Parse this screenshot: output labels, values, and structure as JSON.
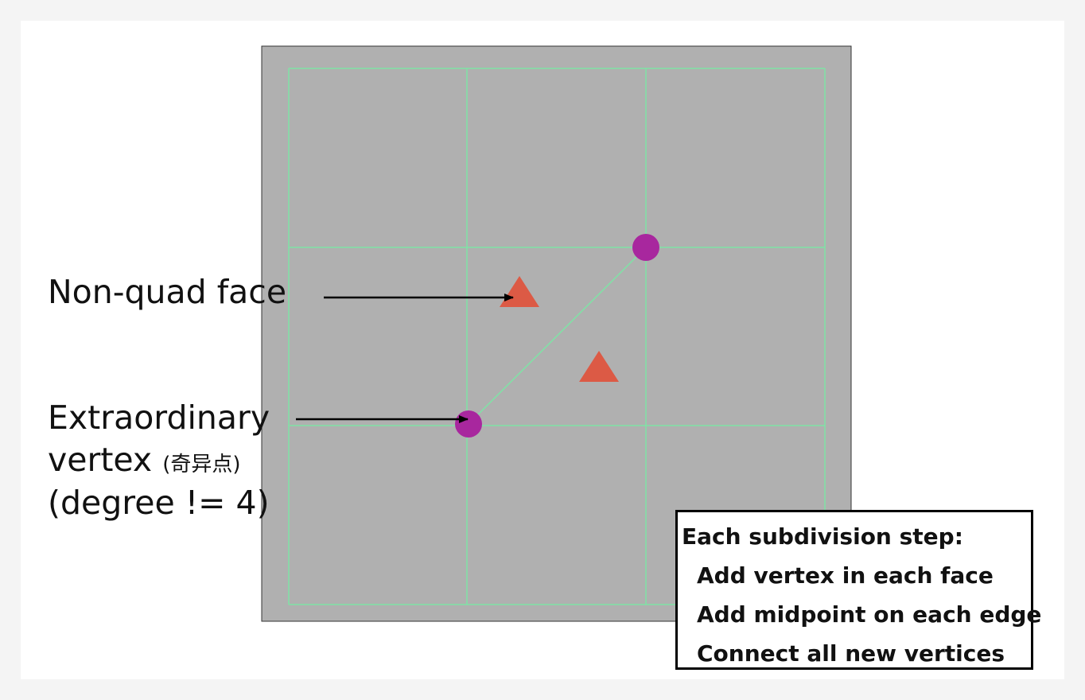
{
  "labels": {
    "non_quad": "Non-quad face",
    "extraordinary_line1": "Extraordinary",
    "extraordinary_line2": "vertex",
    "extraordinary_note": "(奇异点)",
    "extraordinary_line3": "(degree != 4)"
  },
  "info_box": {
    "title": "Each subdivision step:",
    "steps": [
      "Add vertex in each face",
      "Add midpoint on each edge",
      "Connect all new vertices"
    ]
  },
  "colors": {
    "panel": "#b0b0b0",
    "grid": "#7fe3a6",
    "vertex": "#a8279e",
    "triangle": "#dc5a45",
    "arrow": "#000000"
  }
}
